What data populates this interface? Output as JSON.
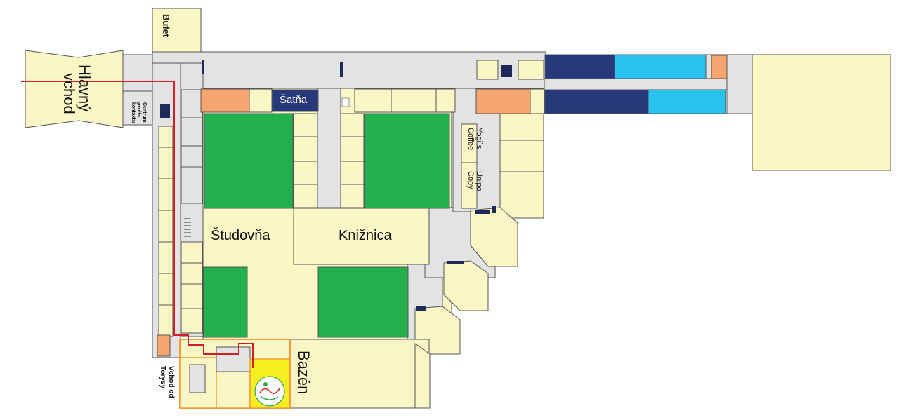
{
  "labels": {
    "main_entrance": "Hlavný vchod",
    "main_entrance_line1": "Hlavný",
    "main_entrance_line2": "vchod",
    "buffet": "Bufet",
    "contact_center": "Centrum prvého kontaktu",
    "contact_center_line1": "Centrum",
    "contact_center_line2": "prvého",
    "contact_center_line3": "kontaktu",
    "cloakroom": "Šatňa",
    "study_room": "Študovňa",
    "library": "Knižnica",
    "yogis_coffee": "Yogi´s Coffee",
    "yogis_line1": "Yogi´s",
    "yogis_line2": "Coffee",
    "unipo_copy": "Unipo Copy",
    "unipo_line1": "Unipo",
    "unipo_line2": "Copy",
    "pool": "Bazén",
    "torysa_entrance": "Vchod od Torysy",
    "torysa_line1": "Vchod od",
    "torysa_line2": "Torysy"
  },
  "colors": {
    "room_fill": "#f9f5c4",
    "corridor_fill": "#e3e3e3",
    "reading_green": "#22b14c",
    "orange": "#f7a56e",
    "dark_blue": "#27397a",
    "light_blue": "#27c3ee",
    "route_red": "#d51f26",
    "pool_outline": "#f29c37",
    "pool_yellow": "#f8ef23",
    "outline": "#555555"
  },
  "icons": {
    "pool_logo": "swimmer-logo-icon",
    "stairs": "stairs-icon",
    "elevator": "elevator-icon"
  }
}
